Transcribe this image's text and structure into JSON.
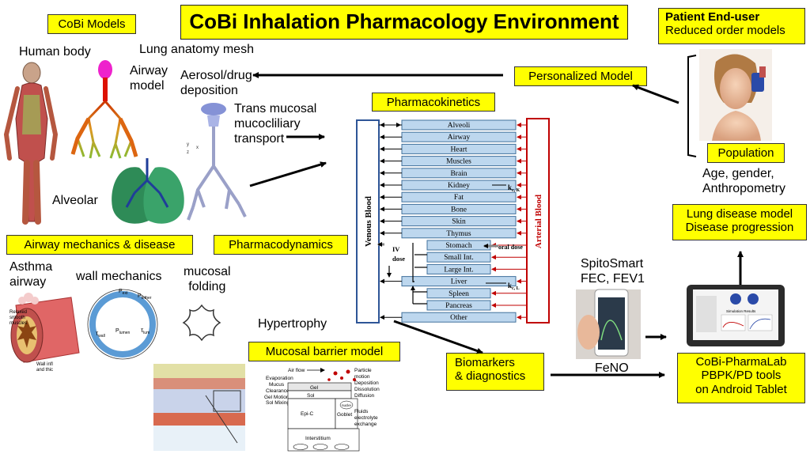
{
  "title": "CoBi Inhalation Pharmacology Environment",
  "boxes": {
    "cobi_models": "CoBi Models",
    "personalized_model": "Personalized Model",
    "pharmacokinetics": "Pharmacokinetics",
    "airway_mechanics": "Airway mechanics & disease",
    "pharmacodynamics": "Pharmacodynamics",
    "mucosal_barrier": "Mucosal barrier model",
    "biomarkers_1": "Biomarkers",
    "biomarkers_2": "& diagnostics",
    "patient_1": "Patient  End-user",
    "patient_2": "Reduced order models",
    "population": "Population",
    "lung_disease_1": "Lung disease model",
    "lung_disease_2": "Disease progression",
    "pharmalab_1": "CoBi-PharmaLab",
    "pharmalab_2": "PBPK/PD tools",
    "pharmalab_3": "on Android Tablet"
  },
  "labels": {
    "human_body": "Human body",
    "lung_mesh": "Lung anatomy mesh",
    "airway_model_1": "Airway",
    "airway_model_2": "model",
    "aerosol_1": "Aerosol/drug",
    "aerosol_2": "deposition",
    "trans_1": "Trans mucosal",
    "trans_2": "mucocliliary",
    "trans_3": "transport",
    "alveolar": "Alveolar",
    "asthma_1": "Asthma",
    "asthma_2": "airway",
    "wall_mechanics": "wall mechanics",
    "mucosal_folding_1": "mucosal",
    "mucosal_folding_2": "folding",
    "hypertrophy": "Hypertrophy",
    "age_1": "Age, gender,",
    "age_2": "Anthropometry",
    "spito_1": "SpitoSmart",
    "spito_2": "FEC, FEV1",
    "feno": "FeNO"
  },
  "pk": {
    "organs": [
      "Alveoli",
      "Airway",
      "Heart",
      "Muscles",
      "Brain",
      "Kidney",
      "Fat",
      "Bone",
      "Skin",
      "Thymus",
      "Stomach",
      "Small Int.",
      "Large Int.",
      "Liver",
      "Spleen",
      "Pancreas",
      "Other"
    ],
    "venous": "Venous Blood",
    "arterial": "Arterial Blood",
    "k_ck": "k",
    "k_ck_sub": "c, K",
    "k_cl": "k",
    "k_cl_sub": "c, L",
    "iv_1": "IV",
    "iv_2": "dose",
    "oral": "oral dose"
  },
  "asthma_notes": {
    "relaxed_1": "Relaxed",
    "relaxed_2": "smooth",
    "relaxed_3": "muscles",
    "wall_1": "Wall infl",
    "wall_2": "and thic"
  },
  "wall_notes": {
    "p_ext": "P",
    "p_ext_sub": "ext",
    "p_tether": "P",
    "p_tether_sub": "tether",
    "tau_wall": "τ",
    "tau_wall_sub": "wall",
    "p_lumen": "P",
    "p_lumen_sub": "lumen",
    "tau_lum": "τ",
    "tau_lum_sub": "lum"
  },
  "mucosal_diagram": {
    "air_flow": "Air flow",
    "evaporation": "Evaporation",
    "mucus": "Mucus",
    "clearance": "Clearance",
    "gel_motion": "Gel Motion",
    "sol_mixing": "Sol Mixing",
    "gel": "Gel",
    "sol": "Sol",
    "epi_c": "Epi-C",
    "nuclei": "nuclei",
    "goblet": "Goblet",
    "interstitium": "Interstitium",
    "particle_1": "Particle",
    "particle_2": "motion",
    "deposition": "Deposition",
    "dissolution": "Dissolution",
    "diffusion": "Diffusion",
    "fluids_1": "Fluids",
    "fluids_2": "electrolyte",
    "fluids_3": "exchange"
  },
  "airway_axes": {
    "y": "y",
    "x": "x",
    "z": "z"
  },
  "tablet": {
    "simulation_results": "Simulation Results"
  },
  "colors": {
    "box_yellow": "#ffff00",
    "venous_blue": "#2e5597",
    "arterial_red": "#c00000",
    "organ_fill": "#bdd7ee"
  }
}
